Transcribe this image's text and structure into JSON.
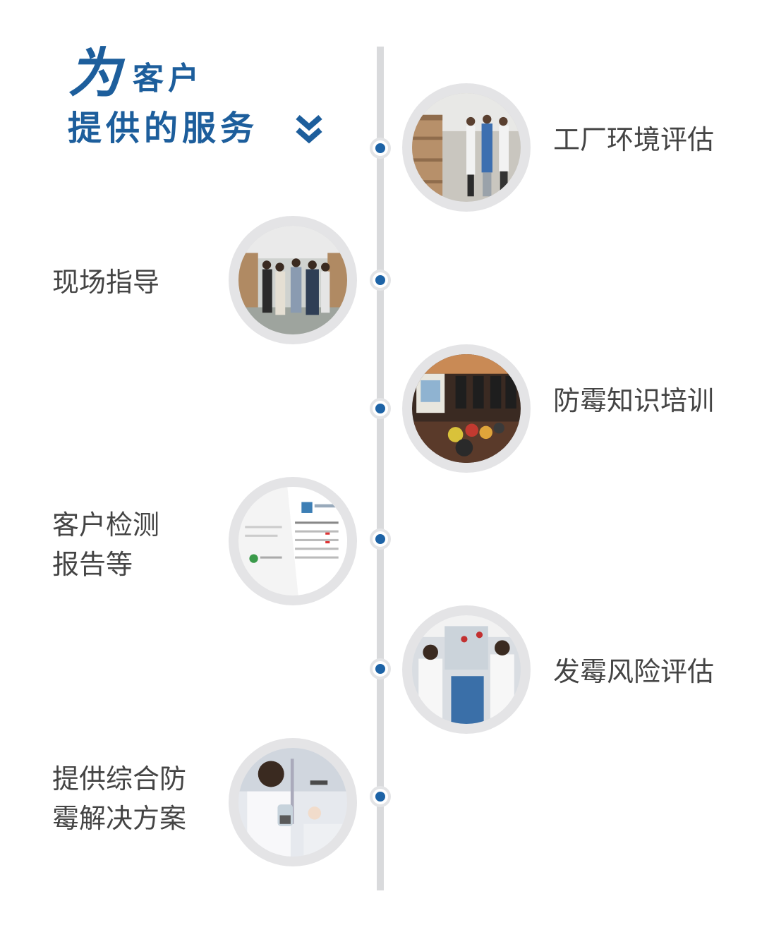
{
  "header": {
    "title_big": "为",
    "title_small": "客户",
    "title_line2": "提供的服务",
    "chevron_icon": "double-chevron-down-icon",
    "brand_color": "#1d5e9c"
  },
  "timeline": {
    "dot_color": "#1d63a6",
    "line_color": "#d9dadc"
  },
  "services": [
    {
      "label": "工厂环境评估",
      "side": "right",
      "photo": "factory-warehouse-photo"
    },
    {
      "label": "现场指导",
      "side": "left",
      "photo": "onsite-guidance-photo"
    },
    {
      "label": "防霉知识培训",
      "side": "right",
      "photo": "training-room-photo"
    },
    {
      "label_line1": "客户检测",
      "label_line2": "报告等",
      "side": "left",
      "photo": "test-report-photo"
    },
    {
      "label": "发霉风险评估",
      "side": "right",
      "photo": "laboratory-photo"
    },
    {
      "label_line1": "提供综合防",
      "label_line2": "霉解决方案",
      "side": "left",
      "photo": "lab-sample-photo"
    }
  ]
}
